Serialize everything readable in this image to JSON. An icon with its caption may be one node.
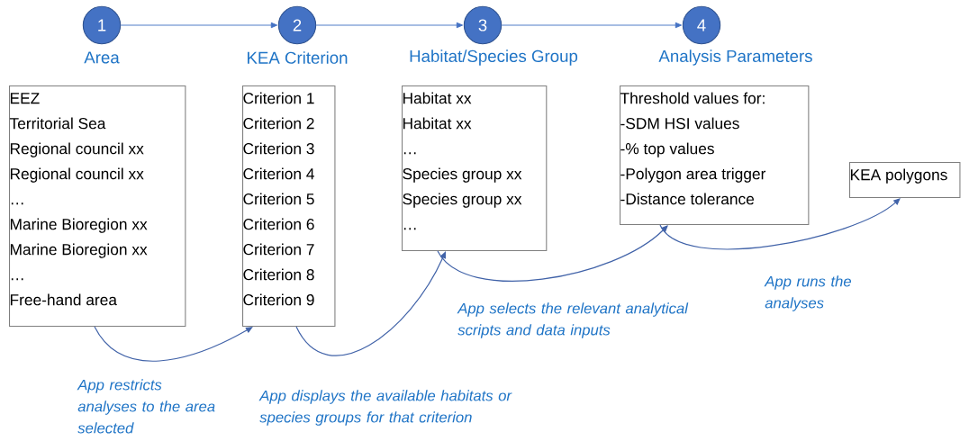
{
  "diagram": {
    "nodes": [
      {
        "text": [
          "1"
        ],
        "beside": [
          "Area"
        ]
      },
      {
        "text": [
          "2"
        ],
        "beside": [
          "KEA Criterion"
        ]
      },
      {
        "text": [
          "3"
        ],
        "beside": [
          "Habitat/Species Group"
        ]
      },
      {
        "text": [
          "4"
        ],
        "beside": [
          "Analysis Parameters"
        ]
      },
      {
        "text": [
          "EEZ",
          "Territorial Sea",
          "Regional council xx",
          "Regional council xx",
          "…",
          "Marine Bioregion xx",
          "Marine Bioregion xx",
          "…",
          "Free-hand area"
        ]
      },
      {
        "text": [
          "Criterion 1",
          "Criterion 2",
          "Criterion 3",
          "Criterion 4",
          "Criterion 5",
          "Criterion 6",
          "Criterion 7",
          "Criterion 8",
          "Criterion 9"
        ]
      },
      {
        "text": [
          "Habitat xx",
          "Habitat xx",
          "…",
          "Species group xx",
          "Species group xx",
          "…"
        ]
      },
      {
        "text": [
          "Threshold values for:",
          "-SDM HSI values",
          "-% top values",
          "-Polygon area trigger",
          "-Distance tolerance"
        ]
      },
      {
        "text": [
          "KEA polygons"
        ]
      }
    ],
    "edges": [
      {
        "from": 0,
        "to": 1,
        "arrow": "to"
      },
      {
        "from": 1,
        "to": 2,
        "arrow": "to"
      },
      {
        "from": 2,
        "to": 3,
        "arrow": "to"
      },
      {
        "from": 4,
        "to": 5,
        "arrow": "to",
        "label": "App restricts analyses to the area selected"
      },
      {
        "from": 5,
        "to": 6,
        "arrow": "to",
        "label": "App displays the available habitats or species groups for that criterion"
      },
      {
        "from": 6,
        "to": 7,
        "arrow": "to",
        "label": "App selects the relevant analytical scripts and data inputs"
      },
      {
        "from": 7,
        "to": 8,
        "arrow": "to",
        "label": "App runs the analyses"
      }
    ]
  }
}
